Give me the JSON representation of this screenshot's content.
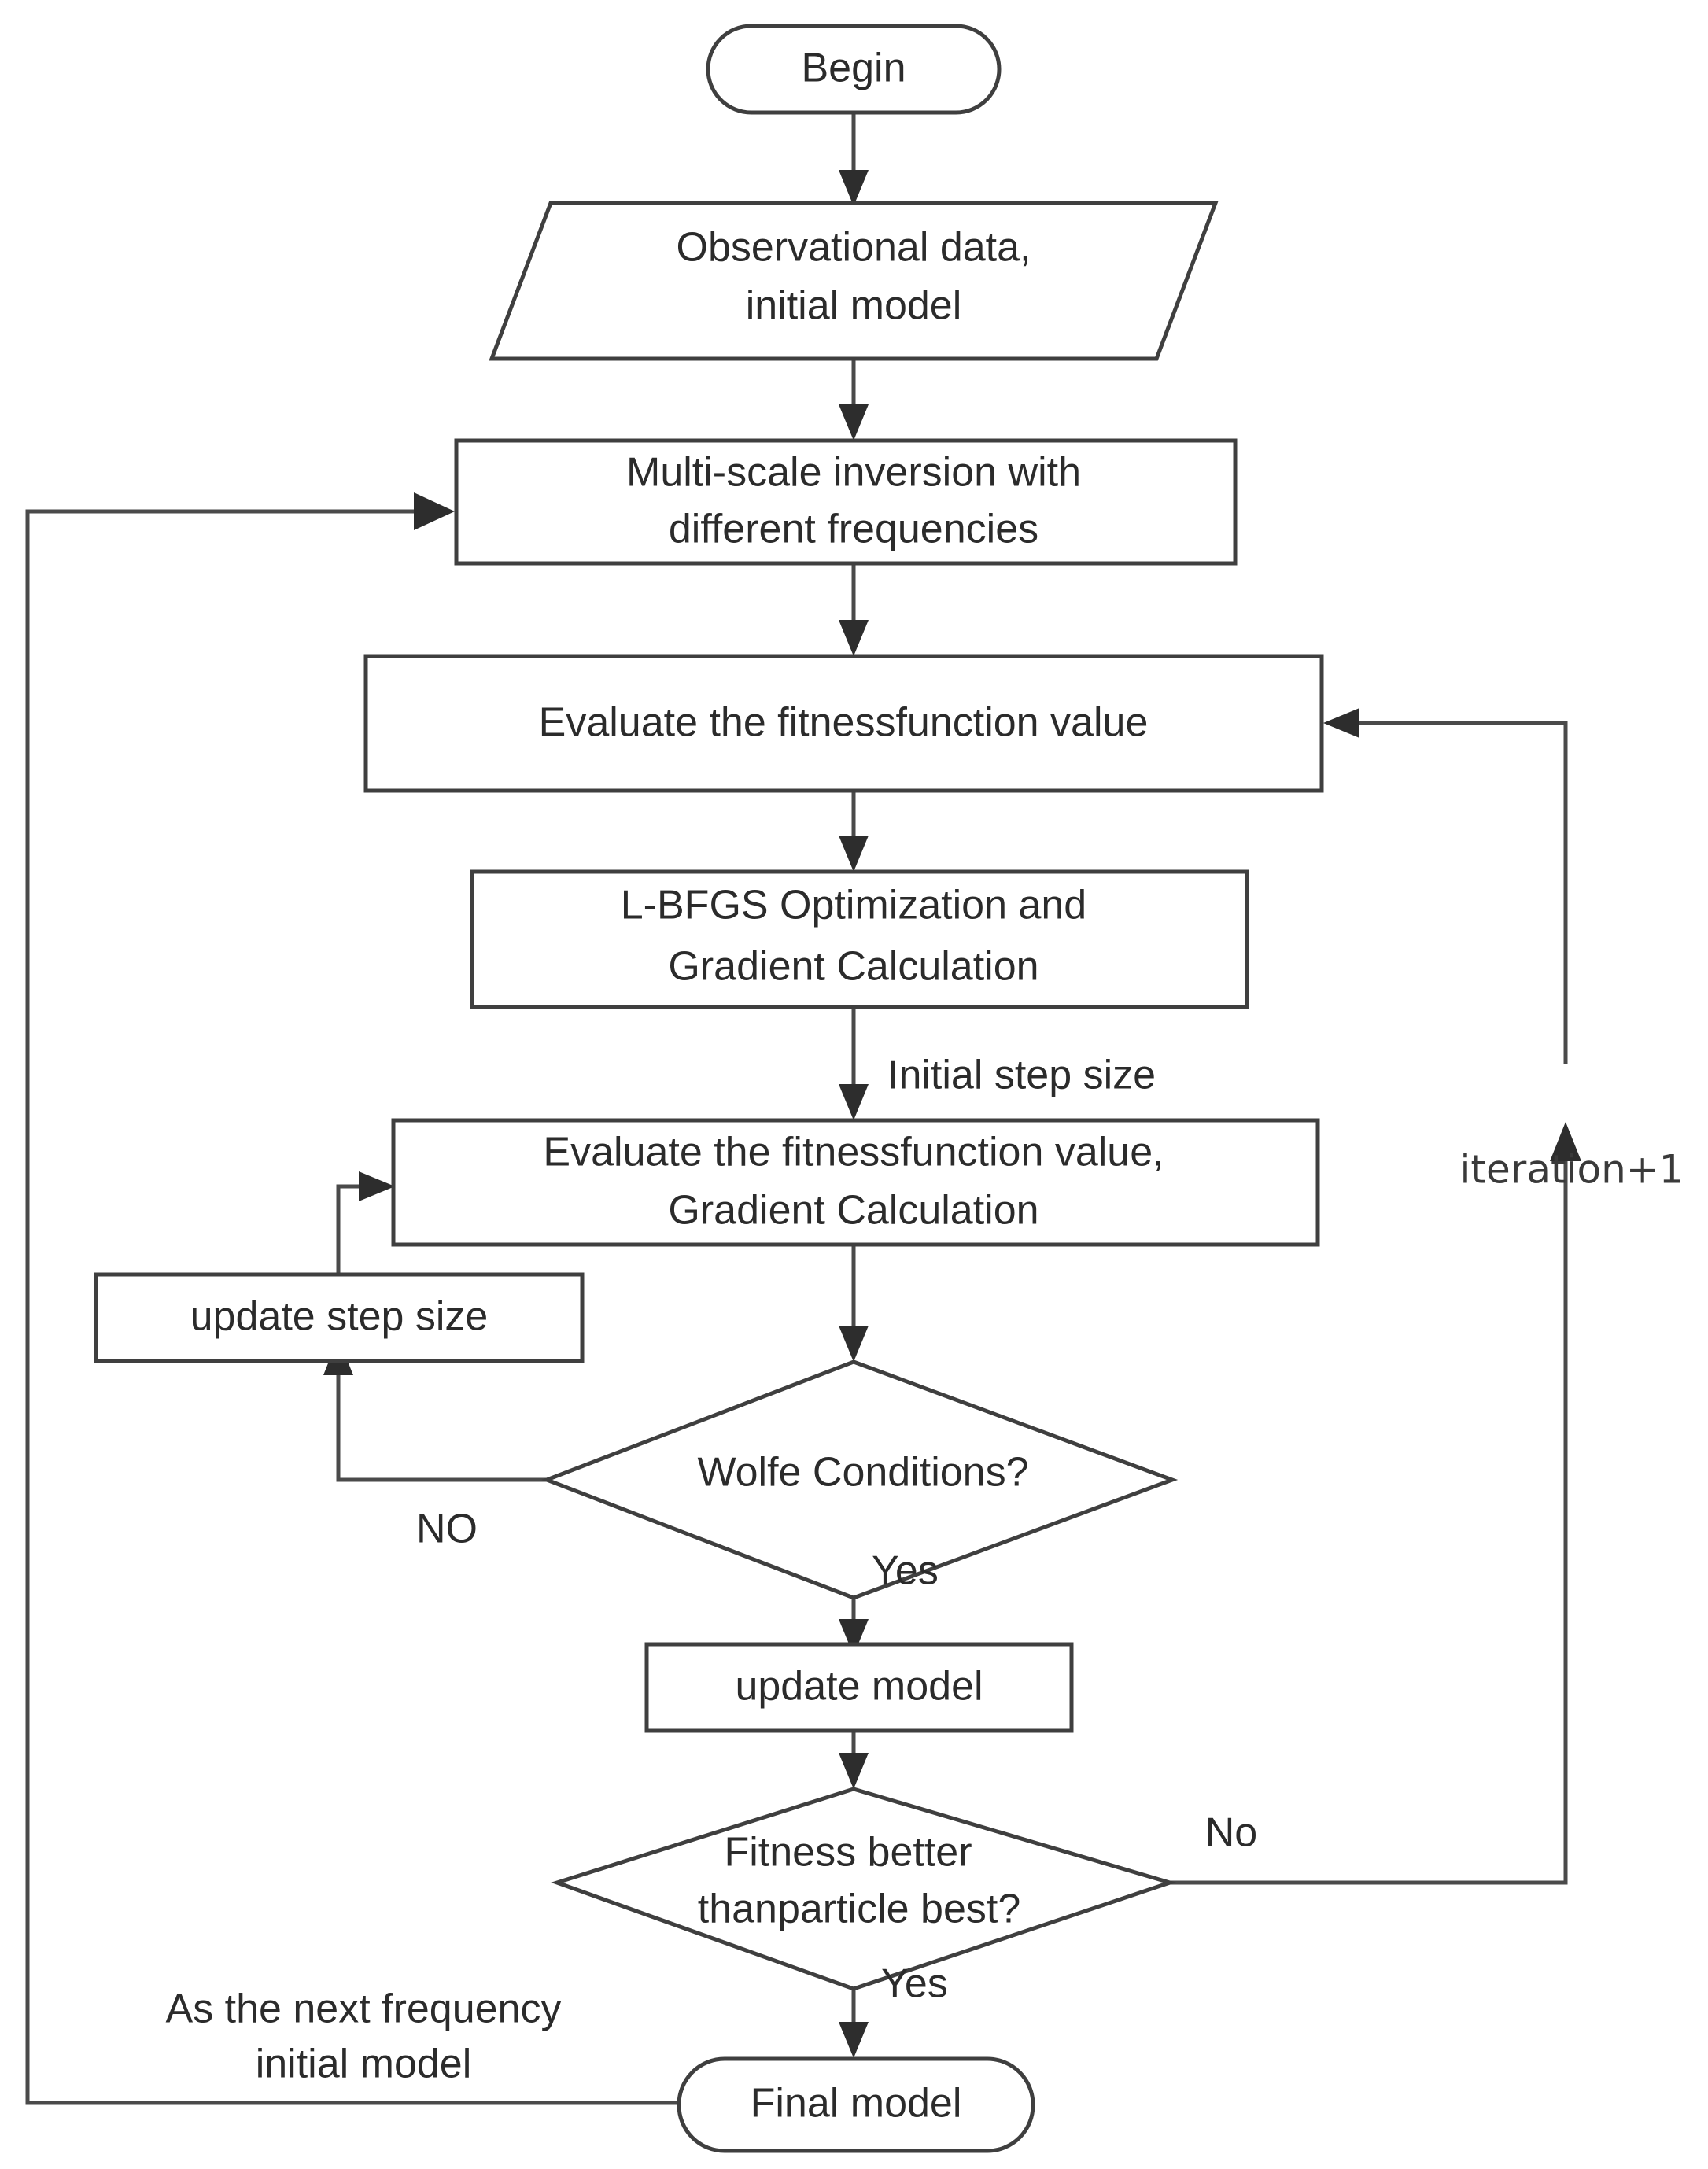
{
  "diagram": {
    "title": "Multi-scale full waveform inversion with L-BFGS optimization flowchart",
    "background_color": "#ffffff",
    "line_color": "#4a4a4a",
    "text_color": "#2b2b2b",
    "nodes": [
      {
        "id": "begin",
        "shape": "terminator",
        "label": "Begin"
      },
      {
        "id": "input_data",
        "shape": "parallelogram",
        "label_line1": "Observational data,",
        "label_line2": "initial model"
      },
      {
        "id": "multiscale",
        "shape": "process",
        "label_line1": "Multi-scale inversion with",
        "label_line2": "different frequencies"
      },
      {
        "id": "evaluate_1",
        "shape": "process",
        "label_line1": "Evaluate the fitnessfunction value"
      },
      {
        "id": "lbfgs",
        "shape": "process",
        "label_line1": "L-BFGS Optimization and",
        "label_line2": "Gradient Calculation"
      },
      {
        "id": "evaluate_2",
        "shape": "process",
        "label_line1": "Evaluate the fitnessfunction value,",
        "label_line2": "Gradient Calculation"
      },
      {
        "id": "update_step",
        "shape": "process",
        "label_line1": "update step size"
      },
      {
        "id": "wolfe",
        "shape": "decision",
        "label_line1": "Wolfe Conditions?"
      },
      {
        "id": "update_model",
        "shape": "process",
        "label_line1": "update model"
      },
      {
        "id": "fitness_check",
        "shape": "decision",
        "label_line1": "Fitness better",
        "label_line2": "thanparticle best?"
      },
      {
        "id": "final_model",
        "shape": "terminator",
        "label": "Final model"
      }
    ],
    "edge_labels": {
      "initial_step_size": "Initial step size",
      "wolfe_no": "NO",
      "wolfe_yes": "Yes",
      "fitness_no": "No",
      "fitness_yes": "Yes",
      "iteration_increment": "iteration+1",
      "next_frequency_line1": "As the next frequency",
      "next_frequency_line2": "initial model"
    }
  }
}
